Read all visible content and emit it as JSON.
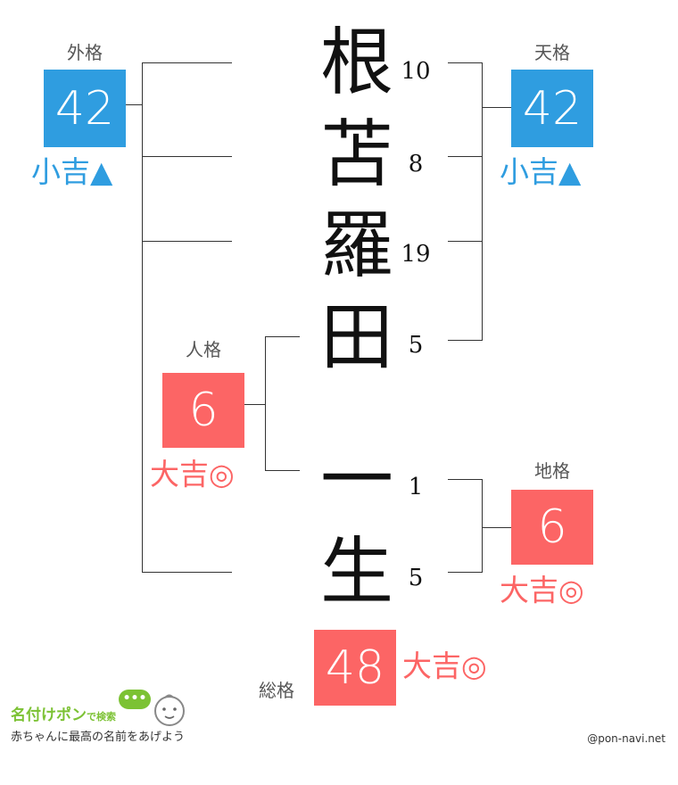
{
  "surname": [
    {
      "char": "根",
      "strokes": "10"
    },
    {
      "char": "苫",
      "strokes": "8"
    },
    {
      "char": "羅",
      "strokes": "19"
    },
    {
      "char": "田",
      "strokes": "5"
    }
  ],
  "given": [
    {
      "char": "一",
      "strokes": "1"
    },
    {
      "char": "生",
      "strokes": "5"
    }
  ],
  "gaikaku": {
    "label": "外格",
    "value": "42",
    "fortune": "小吉▲",
    "color": "#2f9de0"
  },
  "tenkaku": {
    "label": "天格",
    "value": "42",
    "fortune": "小吉▲",
    "color": "#2f9de0"
  },
  "jinkaku": {
    "label": "人格",
    "value": "6",
    "fortune": "大吉◎",
    "color": "#fc6565"
  },
  "chikaku": {
    "label": "地格",
    "value": "6",
    "fortune": "大吉◎",
    "color": "#fc6565"
  },
  "soukaku": {
    "label": "総格",
    "value": "48",
    "fortune": "大吉◎",
    "color": "#fc6565"
  },
  "brand": {
    "name": "名付けポン",
    "search": "で検索",
    "tagline": "赤ちゃんに最高の名前をあげよう",
    "bubble": "•••",
    "credit": "@pon-navi.net"
  }
}
